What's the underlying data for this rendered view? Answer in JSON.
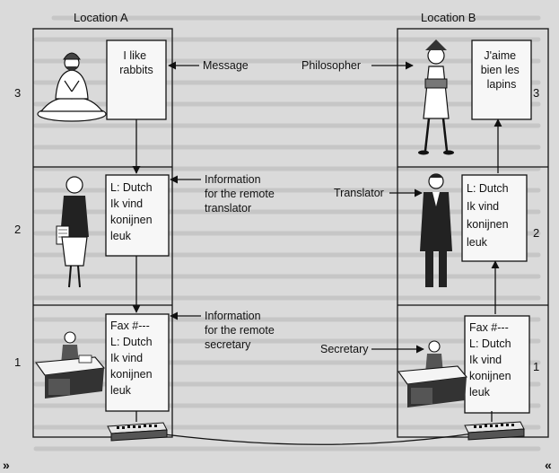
{
  "locations": {
    "a": "Location A",
    "b": "Location B"
  },
  "layers": {
    "l3": "3",
    "l2": "2",
    "l1": "1"
  },
  "boxes": {
    "a3": [
      "I like",
      "rabbits"
    ],
    "b3": [
      "J'aime",
      "bien les",
      "lapins"
    ],
    "a2": [
      "L: Dutch",
      "Ik vind",
      "konijnen",
      "leuk"
    ],
    "b2": [
      "L: Dutch",
      "Ik vind",
      "konijnen",
      "leuk"
    ],
    "a1": [
      "Fax #---",
      "L: Dutch",
      "Ik vind",
      "konijnen",
      "leuk"
    ],
    "b1": [
      "Fax #---",
      "L: Dutch",
      "Ik vind",
      "konijnen",
      "leuk"
    ]
  },
  "annotations": {
    "message": "Message",
    "philosopher": "Philosopher",
    "info_translator": [
      "Information",
      "for the remote",
      "translator"
    ],
    "translator": "Translator",
    "info_secretary": [
      "Information",
      "for the remote",
      "secretary"
    ],
    "secretary": "Secretary"
  },
  "page_marks": {
    "left": "»",
    "right": "«"
  },
  "icons": {
    "sage": "meditating-sage-icon",
    "philosopher": "philosopher-icon",
    "translator_a": "female-translator-icon",
    "translator_b": "male-translator-icon",
    "secretary_a": "secretary-at-desk-icon",
    "secretary_b": "secretary-at-desk-icon",
    "fax_a": "fax-machine-icon",
    "fax_b": "fax-machine-icon"
  }
}
